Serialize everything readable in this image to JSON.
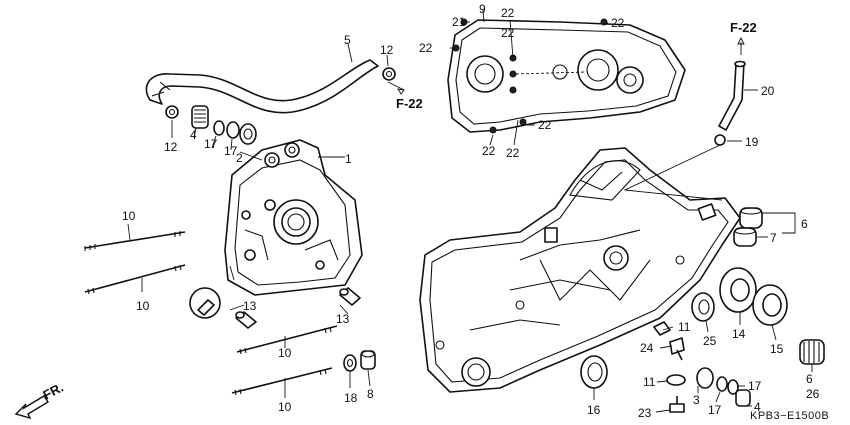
{
  "callouts": {
    "p1": "1",
    "p2": "2",
    "p3": "3",
    "p4a": "4",
    "p4b": "4",
    "p5": "5",
    "p6a": "6",
    "p6b": "6",
    "p7": "7",
    "p8": "8",
    "p9": "9",
    "p10a": "10",
    "p10b": "10",
    "p10c": "10",
    "p10d": "10",
    "p11a": "11",
    "p11b": "11",
    "p12a": "12",
    "p12b": "12",
    "p13a": "13",
    "p13b": "13",
    "p14": "14",
    "p15": "15",
    "p16": "16",
    "p17a": "17",
    "p17b": "17",
    "p17c": "17",
    "p18": "18",
    "p19": "19",
    "p20": "20",
    "p21": "21",
    "p22a": "22",
    "p22b": "22",
    "p22c": "22",
    "p22d": "22",
    "p22e": "22",
    "p22f": "22",
    "p22g": "22",
    "p22h": "22",
    "p23": "23",
    "p24": "24",
    "p25": "25",
    "p26": "26"
  },
  "refs": {
    "f22_left": "F-22",
    "f22_right": "F-22"
  },
  "direction_label": "FR.",
  "diagram_code": "KPB3−E1500B",
  "colors": {
    "ink": "#111111",
    "paper": "#ffffff"
  }
}
